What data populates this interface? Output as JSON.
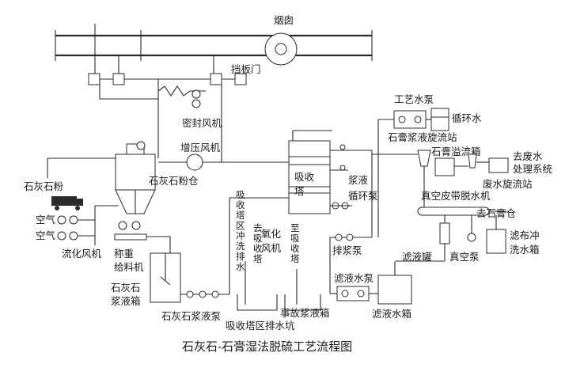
{
  "diagram": {
    "caption": "石灰石-石膏湿法脱硫工艺流程图",
    "watermark": "",
    "labels": {
      "chimney": "烟囱",
      "damper": "挡板门",
      "seal_fan": "密封风机",
      "booster_fan": "增压风机",
      "limestone_powder": "石灰石粉",
      "limestone_silo": "石灰石粉仓",
      "air_1": "空气",
      "air_2": "空气",
      "fluidizing_fan": "流化风机",
      "weigh_feeder": "称重给料机",
      "slurry_tank": "石灰石浆液箱",
      "slurry_pump": "石灰石浆液泵",
      "absorber": "吸收塔",
      "circ_pump": "浆液循环泵",
      "process_pump": "工艺水泵",
      "circ_water": "循环水",
      "gypsum_cyclone": "石膏浆液旋流站",
      "gypsum_overflow": "石膏溢流箱",
      "waste_water": "去废水处理系统",
      "waste_cyclone": "废水旋流站",
      "belt_filter": "真空皮带脱水机",
      "gypsum_silo": "去石膏仓",
      "cloth_wash": "滤布冲洗水箱",
      "vacuum_pump": "真空泵",
      "filtrate_tank_v": "滤液罐",
      "filtrate_pump": "滤液水泵",
      "filtrate_box": "滤液水箱",
      "discharge_pump": "排浆泵",
      "oxidation_fan": "氧化风机",
      "to_absorber_1": "去吸收塔",
      "to_absorber_2": "至吸收塔",
      "flush_drain": "吸收塔区冲洗排水",
      "emergency_tank": "事故浆液箱",
      "drain_pit": "吸收塔区排水坑"
    }
  }
}
